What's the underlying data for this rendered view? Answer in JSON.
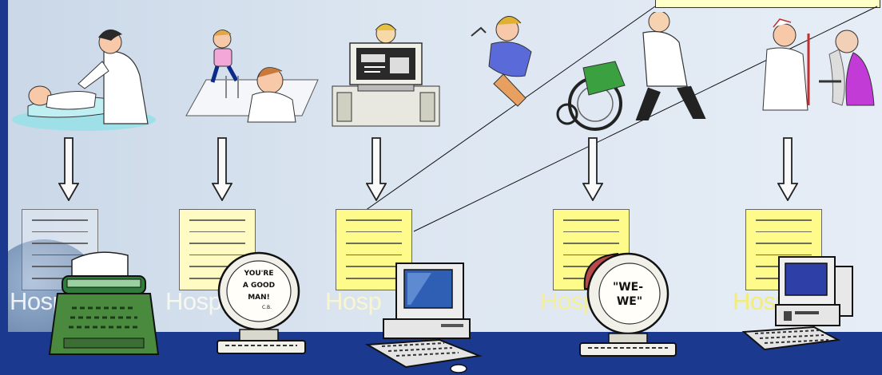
{
  "slide": {
    "colors": {
      "band": "#1b3a8f",
      "background": "#dce6f1",
      "doc_pale": "#ffffff",
      "doc_cream": "#fffbc2",
      "doc_yellow": "#fffb8a",
      "callout": "#ffffc8"
    },
    "steps": [
      {
        "illustration": "doctor-examining-baby-icon",
        "record": "faded",
        "label": "Hosp"
      },
      {
        "illustration": "child-at-checkup-icon",
        "record": "cream",
        "label": "Hosp"
      },
      {
        "illustration": "person-at-computer-icon",
        "record": "yellow",
        "label": "Hosp"
      },
      {
        "illustration": "patient-in-wheelchair-icon",
        "record": "yellow",
        "label": "Hosp"
      },
      {
        "illustration": "old-man-with-doctor-icon",
        "record": "yellow",
        "label": "Hosp"
      }
    ],
    "machines": [
      "typewriter-icon",
      "old-computer-youre-a-good-man-icon",
      "desktop-computer-icon",
      "old-computer-we-we-icon",
      "modern-computer-icon"
    ],
    "screen_texts": {
      "good_man": [
        "YOU'RE",
        "A GOOD",
        "MAN!",
        "C.B."
      ],
      "we_we": [
        "\"WE-",
        "WE\""
      ]
    }
  }
}
